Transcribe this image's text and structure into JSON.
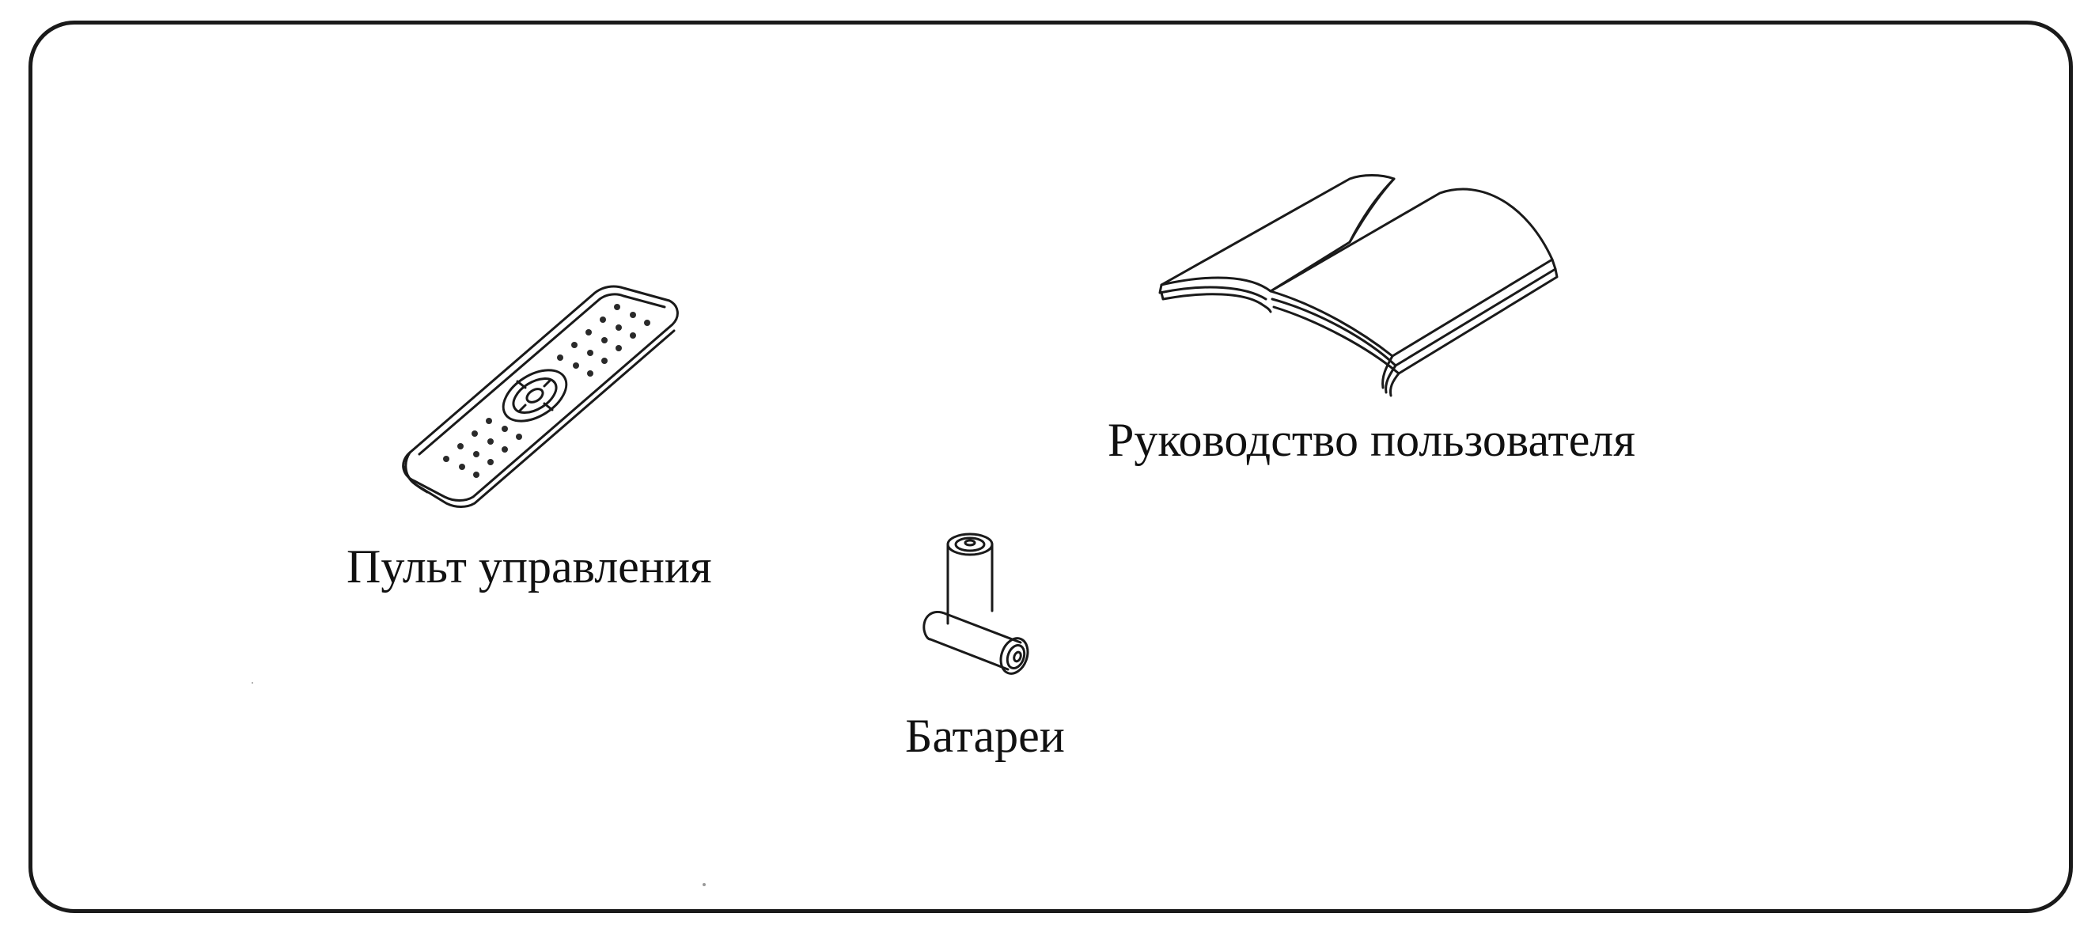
{
  "items": {
    "remote": {
      "label": "Пульт управления",
      "icon": "remote-control-icon"
    },
    "manual": {
      "label": "Руководство пользователя",
      "icon": "open-book-icon"
    },
    "batteries": {
      "label": "Батареи",
      "icon": "batteries-icon"
    }
  },
  "colors": {
    "ink": "#1a1a1a",
    "paper": "#ffffff"
  }
}
